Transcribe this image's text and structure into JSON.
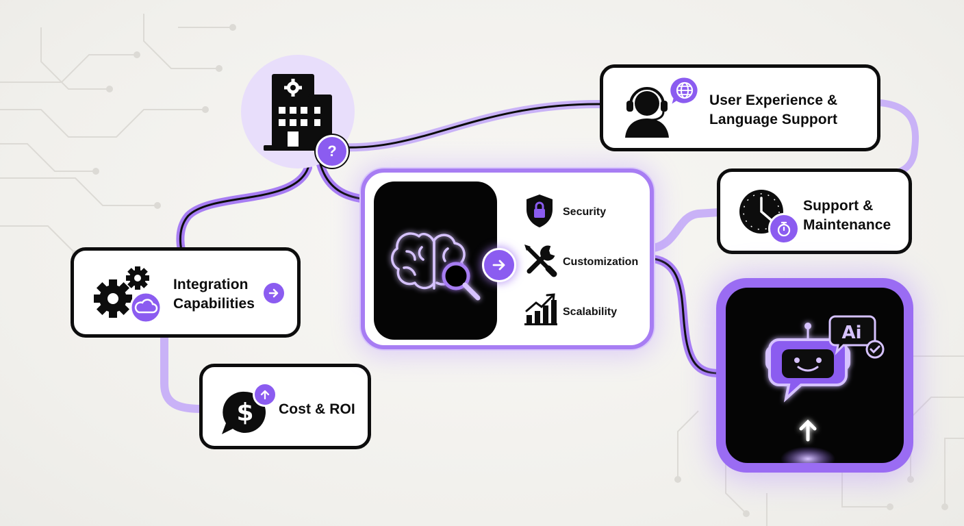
{
  "colors": {
    "accent": "#8b5cf0",
    "accent_light": "#c9b2f7",
    "glow": "#b38cff",
    "ink": "#0d0d0d",
    "card_bg": "#ffffff",
    "background": "#f3f2ef"
  },
  "nodes": {
    "enterprise": {
      "icon": "office-building-gear-icon",
      "badge_icon": "question-mark-icon",
      "badge_text": "?"
    },
    "integration": {
      "line1": "Integration",
      "line2": "Capabilities",
      "icon": "gears-cloud-icon",
      "action_icon": "arrow-right-icon"
    },
    "cost": {
      "label": "Cost & ROI",
      "icon": "dollar-speech-bubble-icon",
      "badge_icon": "arrow-up-icon"
    },
    "core": {
      "icon": "brain-magnifier-icon",
      "connector_icon": "arrow-right-icon",
      "features": [
        {
          "label": "Security",
          "icon": "shield-lock-icon"
        },
        {
          "label": "Customization",
          "icon": "wrench-screwdriver-icon"
        },
        {
          "label": "Scalability",
          "icon": "bar-chart-growth-icon"
        }
      ]
    },
    "user_experience": {
      "line1": "User Experience &",
      "line2": "Language Support",
      "icon": "headset-agent-icon",
      "badge_icon": "globe-chat-icon"
    },
    "support": {
      "line1": "Support &",
      "line2": "Maintenance",
      "icon": "clock-icon",
      "badge_icon": "stopwatch-icon"
    },
    "ai_bot": {
      "icon": "robot-icon",
      "bubble_text": "Ai",
      "check_icon": "check-icon",
      "launch_icon": "upload-arrow-icon"
    }
  }
}
